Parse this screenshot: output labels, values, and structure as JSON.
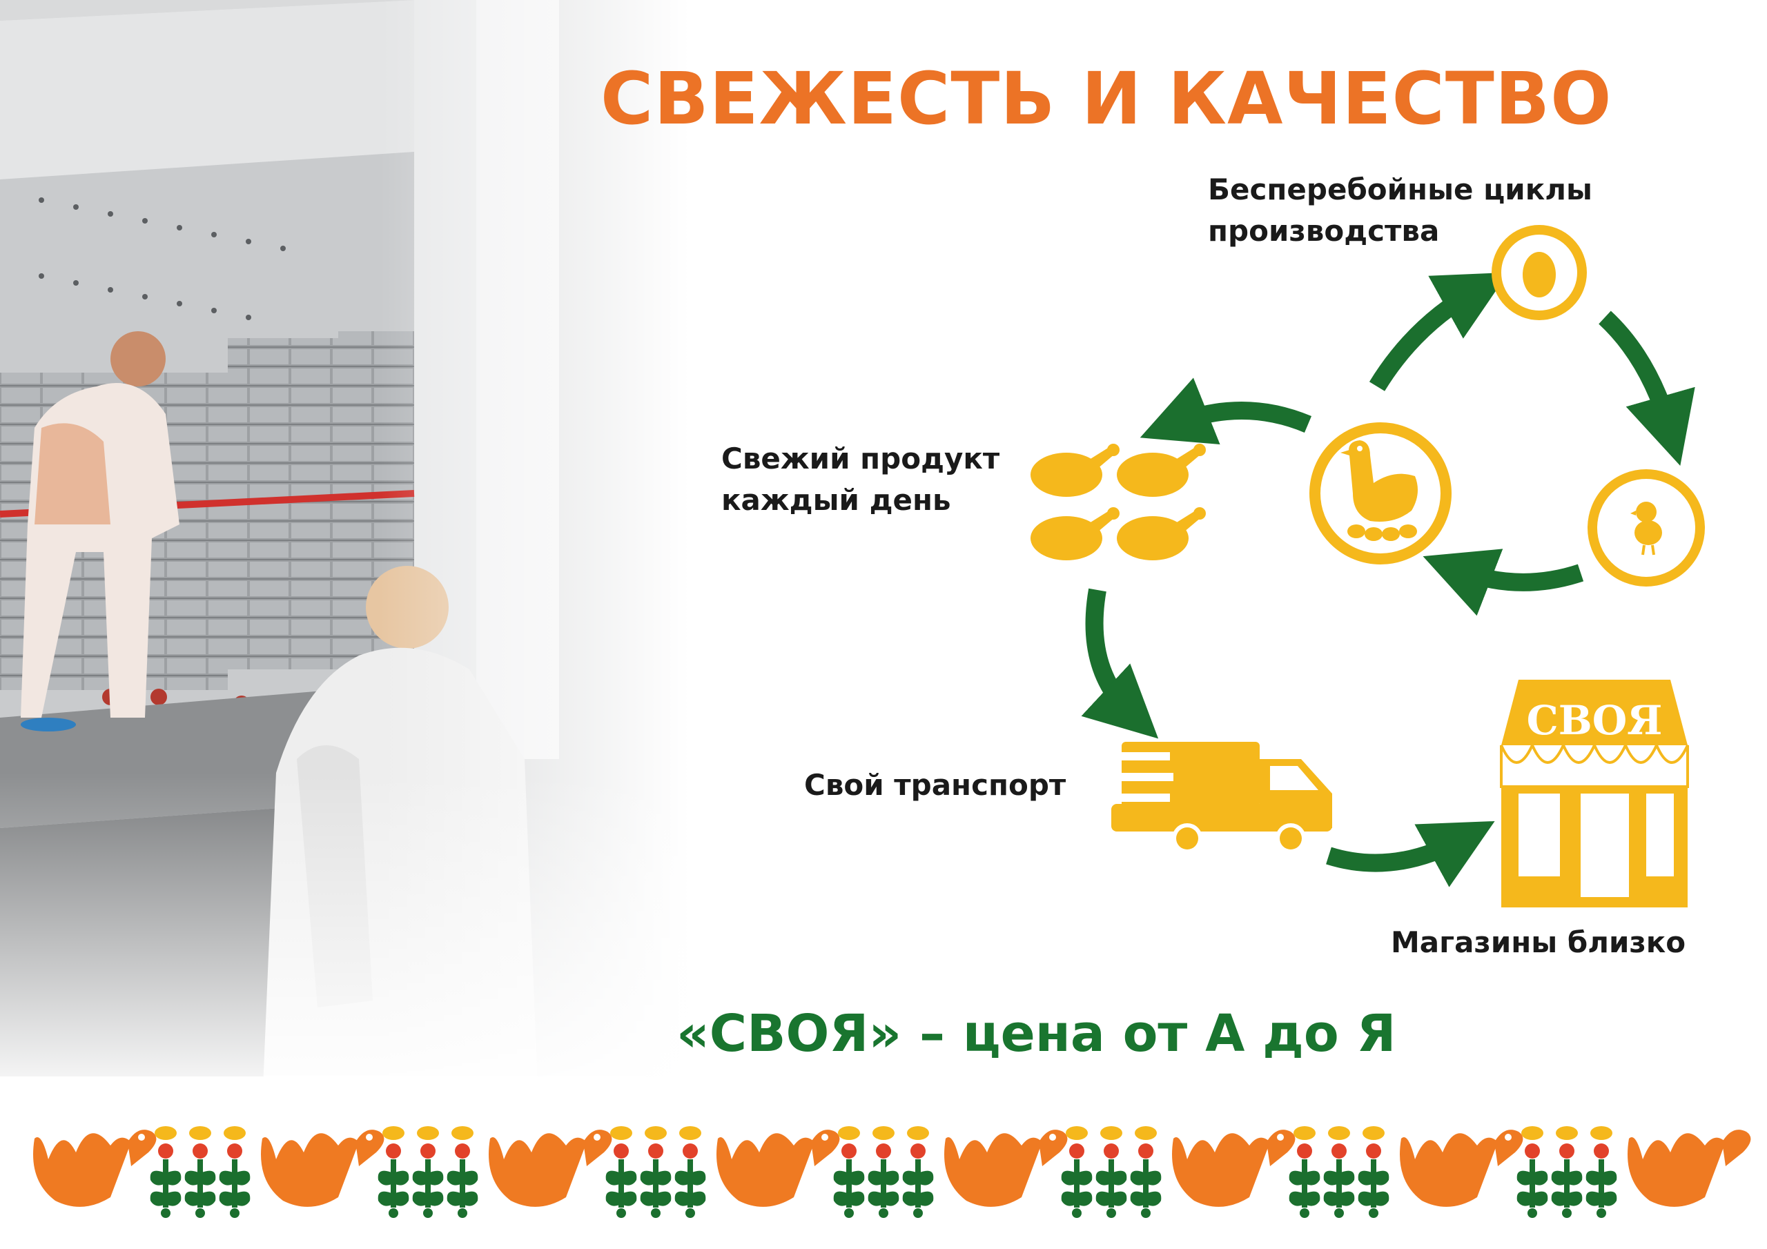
{
  "title": "СВЕЖЕСТЬ И КАЧЕСТВО",
  "slogan": "«СВОЯ» – цена от А до Я",
  "labels": {
    "production_line1": "Бесперебойные циклы",
    "production_line2": "производства",
    "fresh_line1": "Свежий продукт",
    "fresh_line2": "каждый день",
    "transport": "Свой транспорт",
    "stores": "Магазины близко"
  },
  "store_sign": "СВОЯ",
  "icons": [
    "egg-icon",
    "hen-icon",
    "chick-icon",
    "roast-chicken-icon",
    "truck-icon",
    "store-icon",
    "arrow-icon",
    "rooster-icon",
    "flower-icon"
  ],
  "colors": {
    "title_orange": "#ec7326",
    "slogan_green": "#19752f",
    "icon_yellow": "#f5b81c",
    "arrow_green": "#1b6f2e",
    "pattern_orange": "#ef7a22"
  }
}
